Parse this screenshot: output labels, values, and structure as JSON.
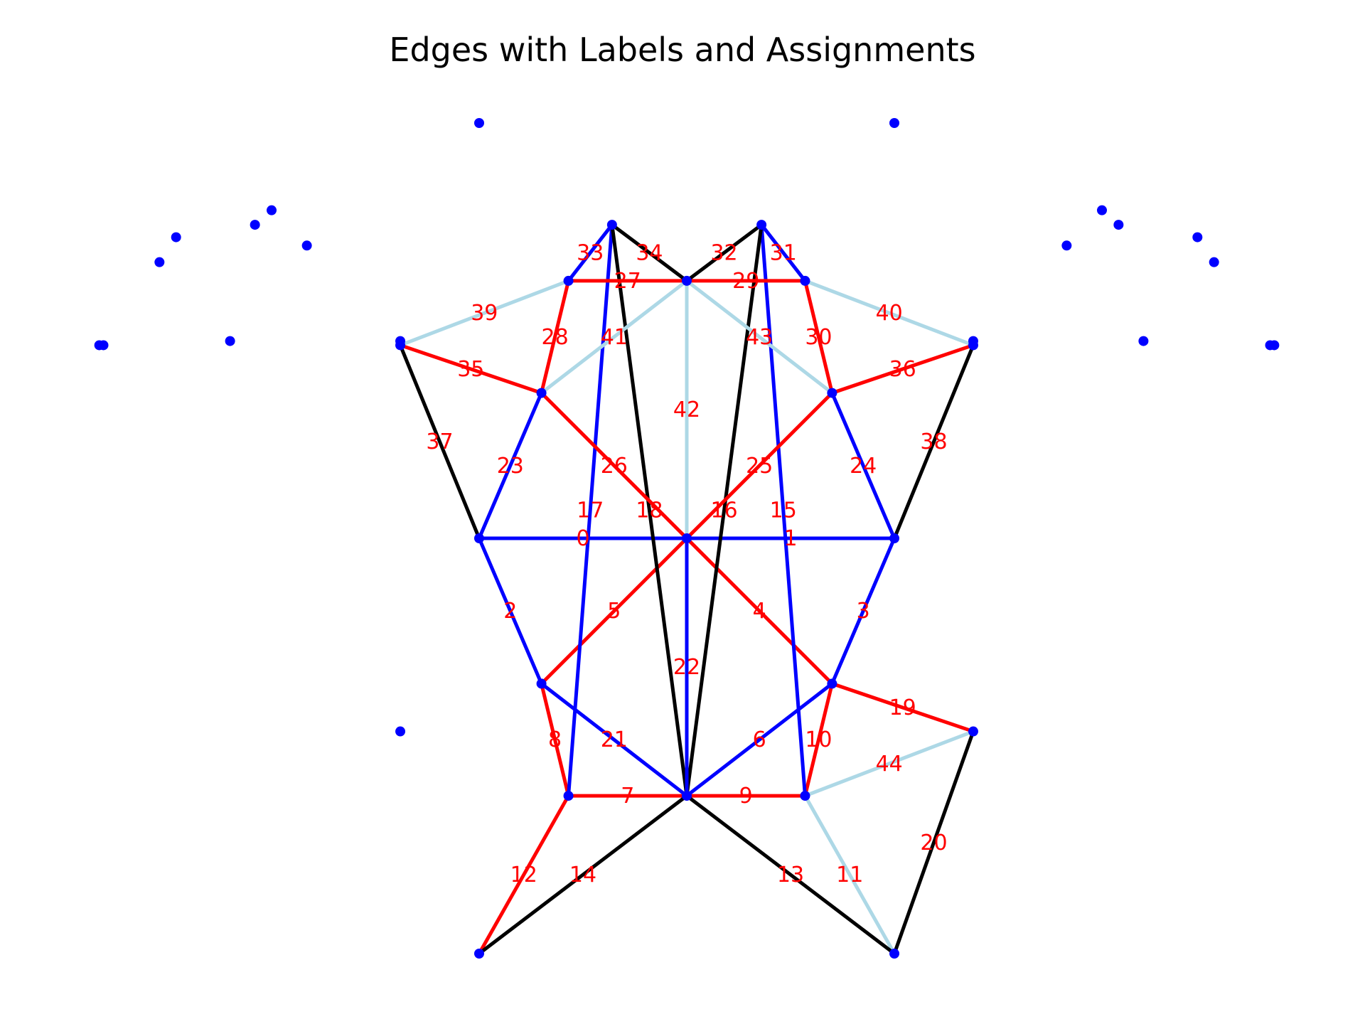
{
  "title": "Edges with Labels and Assignments",
  "colors": {
    "M": "#ff0000",
    "V": "#0000ff",
    "B": "#000000",
    "F": "#add8e6",
    "vertex": "#0000ff",
    "label": "#ff0000"
  },
  "vertices": [
    [
      0,
      0
    ],
    [
      -1,
      0
    ],
    [
      1,
      0
    ],
    [
      -0.7,
      -0.7
    ],
    [
      0.7,
      -0.7
    ],
    [
      -0.7,
      0.7
    ],
    [
      0.7,
      0.7
    ],
    [
      -0.57,
      -1.24
    ],
    [
      0.57,
      -1.24
    ],
    [
      -0.57,
      1.24
    ],
    [
      0.57,
      1.24
    ],
    [
      -0.36,
      -1.51
    ],
    [
      0.36,
      -1.51
    ],
    [
      -1.38,
      -0.93
    ],
    [
      1.38,
      -0.93
    ],
    [
      -1.38,
      0.93
    ],
    [
      1.38,
      0.93
    ],
    [
      -1,
      -2
    ],
    [
      1,
      -2
    ],
    [
      -1,
      2
    ],
    [
      1,
      2
    ],
    [
      0,
      -1.24
    ],
    [
      0,
      1.24
    ],
    [
      -1.83,
      -1.41
    ],
    [
      -2.08,
      -1.51
    ],
    [
      -2.0,
      -1.58
    ],
    [
      -2.46,
      -1.45
    ],
    [
      -2.54,
      -1.33
    ],
    [
      1.83,
      -1.41
    ],
    [
      2.08,
      -1.51
    ],
    [
      2.0,
      -1.58
    ],
    [
      2.46,
      -1.45
    ],
    [
      2.54,
      -1.33
    ],
    [
      -2.2,
      -0.95
    ],
    [
      -1.38,
      -0.95
    ],
    [
      -2.81,
      -0.93
    ],
    [
      -2.83,
      -0.93
    ],
    [
      2.2,
      -0.95
    ],
    [
      1.38,
      -0.95
    ],
    [
      2.81,
      -0.93
    ],
    [
      2.83,
      -0.93
    ]
  ],
  "edges": [
    {
      "label": "0",
      "a": 0,
      "b": 1,
      "type": "V"
    },
    {
      "label": "1",
      "a": 0,
      "b": 2,
      "type": "V"
    },
    {
      "label": "2",
      "a": 1,
      "b": 5,
      "type": "V"
    },
    {
      "label": "3",
      "a": 2,
      "b": 6,
      "type": "V"
    },
    {
      "label": "4",
      "a": 0,
      "b": 6,
      "type": "M"
    },
    {
      "label": "5",
      "a": 0,
      "b": 5,
      "type": "M"
    },
    {
      "label": "6",
      "a": 6,
      "b": 22,
      "type": "V"
    },
    {
      "label": "7",
      "a": 9,
      "b": 22,
      "type": "M"
    },
    {
      "label": "8",
      "a": 5,
      "b": 9,
      "type": "M"
    },
    {
      "label": "9",
      "a": 22,
      "b": 10,
      "type": "M"
    },
    {
      "label": "10",
      "a": 6,
      "b": 10,
      "type": "M"
    },
    {
      "label": "11",
      "a": 10,
      "b": 20,
      "type": "F"
    },
    {
      "label": "12",
      "a": 9,
      "b": 19,
      "type": "M"
    },
    {
      "label": "13",
      "a": 20,
      "b": 22,
      "type": "B"
    },
    {
      "label": "14",
      "a": 19,
      "b": 22,
      "type": "B"
    },
    {
      "label": "15",
      "a": 10,
      "b": 12,
      "type": "V"
    },
    {
      "label": "16",
      "a": 22,
      "b": 12,
      "type": "B"
    },
    {
      "label": "17",
      "a": 9,
      "b": 11,
      "type": "V"
    },
    {
      "label": "18",
      "a": 22,
      "b": 11,
      "type": "B"
    },
    {
      "label": "19",
      "a": 6,
      "b": 16,
      "type": "M"
    },
    {
      "label": "20",
      "a": 16,
      "b": 20,
      "type": "B"
    },
    {
      "label": "21",
      "a": 5,
      "b": 22,
      "type": "V"
    },
    {
      "label": "22",
      "a": 0,
      "b": 22,
      "type": "V"
    },
    {
      "label": "23",
      "a": 1,
      "b": 3,
      "type": "V"
    },
    {
      "label": "24",
      "a": 2,
      "b": 4,
      "type": "V"
    },
    {
      "label": "25",
      "a": 0,
      "b": 4,
      "type": "M"
    },
    {
      "label": "26",
      "a": 0,
      "b": 3,
      "type": "M"
    },
    {
      "label": "27",
      "a": 7,
      "b": 21,
      "type": "M"
    },
    {
      "label": "28",
      "a": 3,
      "b": 7,
      "type": "M"
    },
    {
      "label": "29",
      "a": 21,
      "b": 8,
      "type": "M"
    },
    {
      "label": "30",
      "a": 4,
      "b": 8,
      "type": "M"
    },
    {
      "label": "31",
      "a": 8,
      "b": 12,
      "type": "V"
    },
    {
      "label": "32",
      "a": 21,
      "b": 12,
      "type": "B"
    },
    {
      "label": "33",
      "a": 7,
      "b": 11,
      "type": "V"
    },
    {
      "label": "34",
      "a": 21,
      "b": 11,
      "type": "B"
    },
    {
      "label": "35",
      "a": 3,
      "b": 13,
      "type": "M"
    },
    {
      "label": "36",
      "a": 4,
      "b": 14,
      "type": "M"
    },
    {
      "label": "37",
      "a": 1,
      "b": 13,
      "type": "B"
    },
    {
      "label": "38",
      "a": 2,
      "b": 14,
      "type": "B"
    },
    {
      "label": "39",
      "a": 7,
      "b": 13,
      "type": "F"
    },
    {
      "label": "40",
      "a": 8,
      "b": 14,
      "type": "F"
    },
    {
      "label": "41",
      "a": 3,
      "b": 21,
      "type": "F"
    },
    {
      "label": "42",
      "a": 0,
      "b": 21,
      "type": "F"
    },
    {
      "label": "43",
      "a": 4,
      "b": 21,
      "type": "F"
    },
    {
      "label": "44",
      "a": 10,
      "b": 16,
      "type": "F"
    }
  ]
}
